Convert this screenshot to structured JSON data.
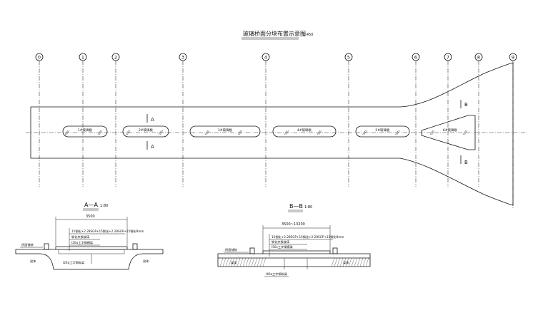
{
  "plan": {
    "title": "玻璃桥面分块布置示意图",
    "scale": "1:450",
    "axis_labels": [
      "0",
      "1",
      "2",
      "3",
      "4",
      "5",
      "6",
      "7",
      "8",
      "9"
    ],
    "panels": [
      "1#玻璃板",
      "2#玻璃板",
      "3#玻璃板",
      "4#玻璃板",
      "5#玻璃板",
      "6#玻璃板"
    ],
    "section_marks": {
      "a": "A",
      "b": "B"
    }
  },
  "section_aa": {
    "title": "A—A",
    "scale": "1:80",
    "dimension": "3500",
    "notes": [
      "15钢化+2.28SGP+15钢化+2.28SGP+15钢化9mm",
      "钢化夹胶玻璃",
      "I20a工字钢横梁"
    ],
    "bottom_note": "I20a工字钢纵梁",
    "left_label": "桥面铺装",
    "left_label2": "梁体",
    "right_label": "梁体"
  },
  "section_bb": {
    "title": "B—B",
    "scale": "1:80",
    "dimension": "3500~13200",
    "notes": [
      "15钢化+2.28SGP+15钢化+2.28SGP+15钢化9mm",
      "钢化夹胶玻璃",
      "I50c工字钢横梁"
    ],
    "bottom_note": "I40a工字钢纵梁",
    "left_label": "桥面铺装",
    "left_label2": "梁体",
    "right_label": "梁体"
  }
}
